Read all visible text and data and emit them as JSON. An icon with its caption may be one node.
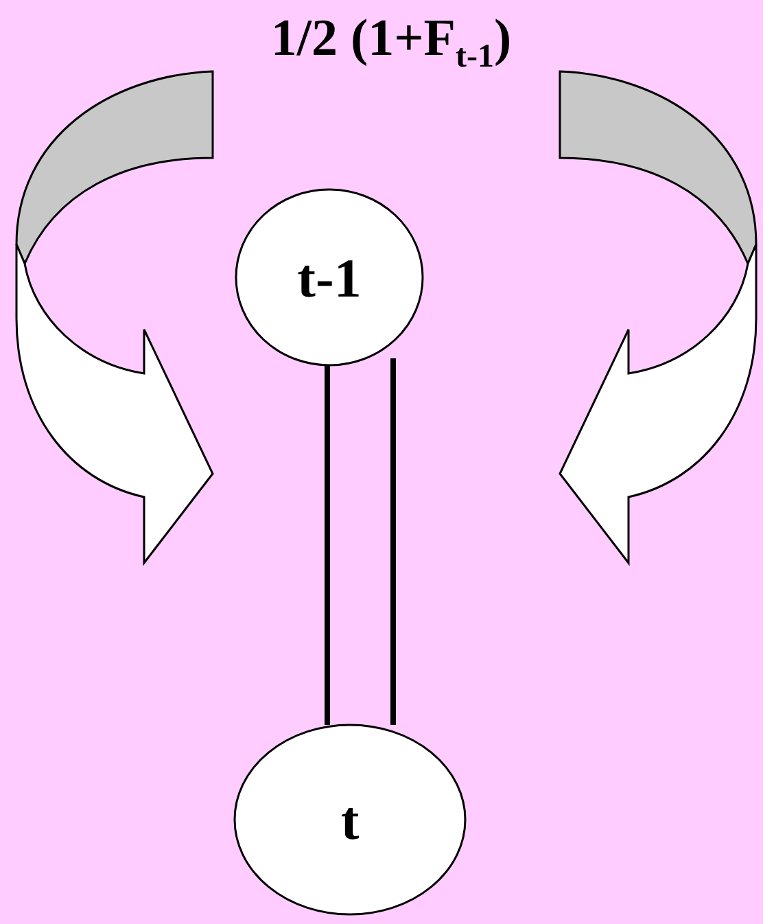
{
  "diagram": {
    "title": "1/2 (1+F$_{t-1}$)",
    "nodes": [
      {
        "text": [
          "t-1"
        ]
      },
      {
        "text": [
          "t"
        ]
      }
    ],
    "edges": [
      {
        "from": 0,
        "to": 1,
        "arrow": "none"
      }
    ]
  }
}
